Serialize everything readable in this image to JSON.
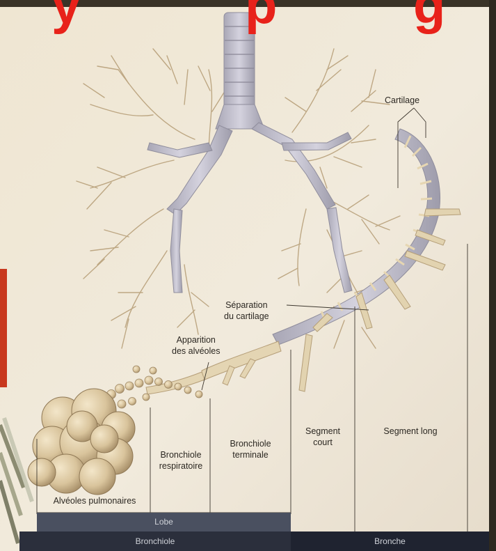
{
  "slide": {
    "title_fragment_left": "y",
    "title_fragment_mid": "p",
    "title_fragment_right": "g"
  },
  "labels": {
    "cartilage": "Cartilage",
    "separation": "Séparation\ndu cartilage",
    "apparition": "Apparition\ndes alvéoles",
    "segment_long": "Segment long",
    "segment_court": "Segment\ncourt",
    "bronchiole_terminale": "Bronchiole\nterminale",
    "bronchiole_respiratoire": "Bronchiole\nrespiratoire",
    "alveoles": "Alvéoles pulmonaires"
  },
  "bands": {
    "lobe": "Lobe",
    "bronchiole": "Bronchiole",
    "bronche": "Bronche"
  },
  "colors": {
    "title_red": "#e8221a",
    "accent_red": "#c8381e",
    "page": "#efe7d8",
    "airway": "#c7c5d2",
    "branch": "#b59e7a",
    "band_light": "#4a5060",
    "band_dark": "#2b2f3c"
  }
}
